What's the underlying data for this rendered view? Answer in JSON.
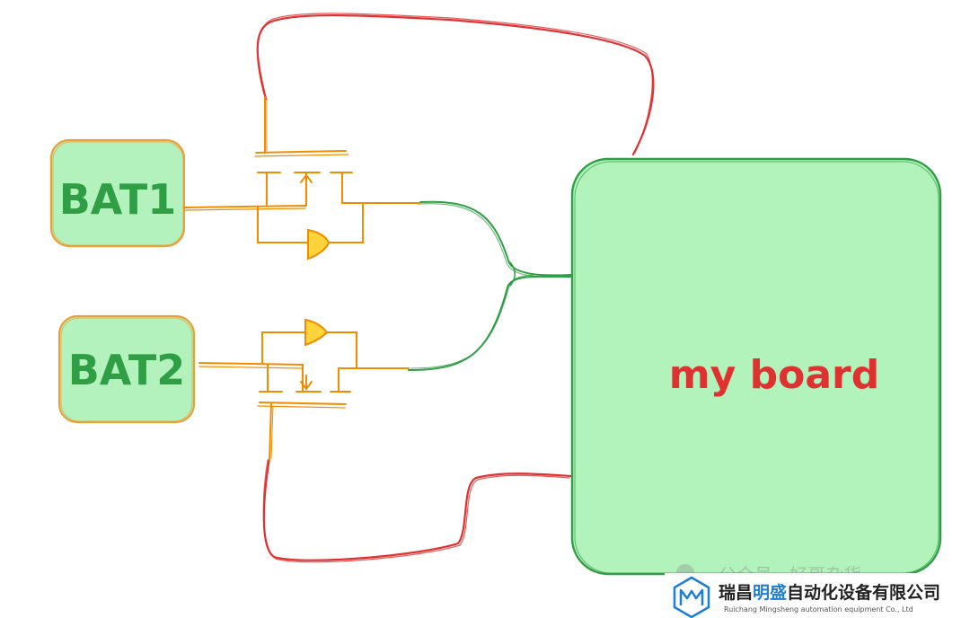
{
  "nodes": {
    "bat1": {
      "label": "BAT1"
    },
    "bat2": {
      "label": "BAT2"
    },
    "board": {
      "label": "my board"
    }
  },
  "watermark": {
    "text": "公众号 · 好哥杂货"
  },
  "company": {
    "name_cn_part1": "瑞昌",
    "name_cn_highlight": "明盛",
    "name_cn_part2": "自动化设备有限公司",
    "name_en": "Ruichang Mingsheng automation equipment Co., Ltd"
  },
  "colors": {
    "battery_fill": "#b3f2bd",
    "battery_stroke": "#e8a13a",
    "battery_text": "#2f9e44",
    "board_fill": "#b2f2bb",
    "board_stroke": "#2f9e44",
    "board_text": "#e03131",
    "mosfet_wire": "#f08c00",
    "diode_fill": "#ffd43b",
    "green_wire": "#2f9e44",
    "red_wire": "#e03131",
    "company_blue": "#1c7ed6",
    "company_dark": "#222222"
  }
}
